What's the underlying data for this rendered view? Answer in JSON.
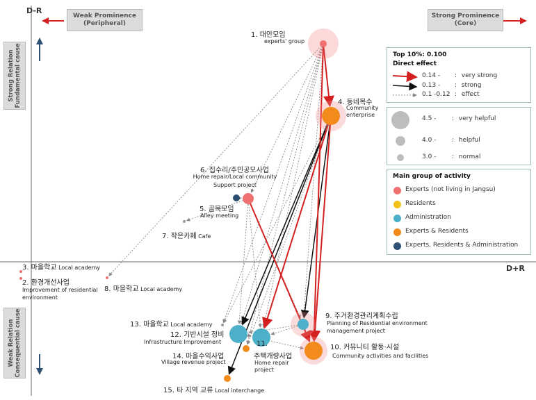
{
  "axes": {
    "y_label": "D-R",
    "x_label": "D+R"
  },
  "header": {
    "weak_line1": "Weak Prominence",
    "weak_line2": "(Peripheral)",
    "strong_line1": "Strong Prominence",
    "strong_line2": "(Core)"
  },
  "side": {
    "top_line1": "Strong Relation",
    "top_line2": "Fundamental cause",
    "bottom_line1": "Weak Relation",
    "bottom_line2": "Consequential cause"
  },
  "legend_effect": {
    "title1": "Top 10%: 0.100",
    "title2": "Direct effect",
    "rows": [
      {
        "range": "0.14 -",
        "sep": ":",
        "label": "very strong",
        "color": "#d42020"
      },
      {
        "range": "0.13 -",
        "sep": ":",
        "label": "strong",
        "color": "#111111"
      },
      {
        "range": "0.1 -0.12",
        "sep": ":",
        "label": "effect",
        "color": "#888888"
      }
    ]
  },
  "legend_size": {
    "rows": [
      {
        "range": "4.5 -",
        "sep": ":",
        "label": "very helpful"
      },
      {
        "range": "4.0 -",
        "sep": ":",
        "label": "helpful"
      },
      {
        "range": "3.0 -",
        "sep": ":",
        "label": "normal"
      }
    ]
  },
  "legend_group": {
    "title": "Main group of activity",
    "rows": [
      {
        "label": "Experts (not living in Jangsu)",
        "color": "#f07070"
      },
      {
        "label": "Residents",
        "color": "#f2c21a"
      },
      {
        "label": "Administration",
        "color": "#4bb0c8"
      },
      {
        "label": "Experts & Residents",
        "color": "#f38a1c"
      },
      {
        "label": "Experts, Residents & Administration",
        "color": "#2d4f74"
      }
    ]
  },
  "nodes": [
    {
      "id": 1,
      "main": "1.  대안모임",
      "sub": "experts' group",
      "color": "#f07070",
      "size_level": "normal",
      "halo": true
    },
    {
      "id": 2,
      "main": "2. 환경개선사업",
      "sub": "Improvement of residential environment",
      "color": "#f07070",
      "size_level": "tiny",
      "halo": false
    },
    {
      "id": 3,
      "main": "3. 마을학교",
      "sub": "Local academy",
      "color": "#f07070",
      "size_level": "tiny",
      "halo": false
    },
    {
      "id": 4,
      "main": "4. 동네목수",
      "sub": "Community enterprise",
      "color": "#f38a1c",
      "size_level": "very helpful",
      "halo": true
    },
    {
      "id": 5,
      "main": "5. 골목모임",
      "sub": "Alley meeting",
      "color": "#2d4f74",
      "size_level": "normal",
      "halo": false
    },
    {
      "id": 6,
      "main": "6. 집수리/주민공모사업",
      "sub": "Home repair/Local community Support project",
      "color": "#f07070",
      "size_level": "helpful",
      "halo": false
    },
    {
      "id": 7,
      "main": "7. 작은카페",
      "sub": "Cafe",
      "color": "#999999",
      "size_level": "tiny",
      "halo": false
    },
    {
      "id": 8,
      "main": "8. 마을학교",
      "sub": "Local academy",
      "color": "#f07070",
      "size_level": "tiny",
      "halo": false
    },
    {
      "id": 9,
      "main": "9. 주거환경관리계획수립",
      "sub": "Planning of Residential environment management project",
      "color": "#4bb0c8",
      "size_level": "helpful",
      "halo": true
    },
    {
      "id": 10,
      "main": "10. 커뮤니티 활동·시설",
      "sub": "Community activities and facilities",
      "color": "#f38a1c",
      "size_level": "very helpful",
      "halo": true
    },
    {
      "id": 11,
      "main": "11.",
      "sub": "주택개량사업",
      "sub2": "Home repair project",
      "color": "#4bb0c8",
      "size_level": "very helpful",
      "halo": false
    },
    {
      "id": 12,
      "main": "12. 기반시설 정비",
      "sub": "Infrastructure Improvement",
      "color": "#4bb0c8",
      "size_level": "very helpful",
      "halo": false
    },
    {
      "id": 13,
      "main": "13. 마을학교",
      "sub": "Local academy",
      "color": "#999999",
      "size_level": "tiny",
      "halo": false
    },
    {
      "id": 14,
      "main": "14. 마을수익사업",
      "sub": "Village revenue project",
      "color": "#f38a1c",
      "size_level": "normal",
      "halo": false
    },
    {
      "id": 15,
      "main": "15. 타 지역 교류",
      "sub": "Local interchange",
      "color": "#f38a1c",
      "size_level": "normal",
      "halo": false
    }
  ],
  "edges": [
    {
      "from": 1,
      "to": 4,
      "strength": "very strong"
    },
    {
      "from": 1,
      "to": 10,
      "strength": "very strong"
    },
    {
      "from": 4,
      "to": 10,
      "strength": "very strong"
    },
    {
      "from": 4,
      "to": 11,
      "strength": "very strong"
    },
    {
      "from": 6,
      "to": 10,
      "strength": "very strong"
    },
    {
      "from": 4,
      "to": 12,
      "strength": "strong"
    },
    {
      "from": 4,
      "to": 9,
      "strength": "strong"
    },
    {
      "from": 4,
      "to": 15,
      "strength": "strong"
    },
    {
      "from": 1,
      "to": 8,
      "strength": "effect"
    },
    {
      "from": 1,
      "to": 6,
      "strength": "effect"
    },
    {
      "from": 1,
      "to": 12,
      "strength": "effect"
    },
    {
      "from": 1,
      "to": 9,
      "strength": "effect"
    },
    {
      "from": 1,
      "to": 11,
      "strength": "effect"
    },
    {
      "from": 1,
      "to": 13,
      "strength": "effect"
    },
    {
      "from": 1,
      "to": 14,
      "strength": "effect"
    },
    {
      "from": 4,
      "to": 13,
      "strength": "effect"
    },
    {
      "from": 4,
      "to": 14,
      "strength": "effect"
    },
    {
      "from": 6,
      "to": 7,
      "strength": "effect"
    },
    {
      "from": 6,
      "to": 9,
      "strength": "effect"
    },
    {
      "from": 6,
      "to": 11,
      "strength": "effect"
    },
    {
      "from": 6,
      "to": 12,
      "strength": "effect"
    },
    {
      "from": 5,
      "to": 6,
      "strength": "effect"
    },
    {
      "from": 9,
      "to": 10,
      "strength": "effect"
    },
    {
      "from": 9,
      "to": 11,
      "strength": "effect"
    },
    {
      "from": 9,
      "to": 12,
      "strength": "effect"
    },
    {
      "from": 12,
      "to": 11,
      "strength": "effect"
    },
    {
      "from": 12,
      "to": 10,
      "strength": "effect"
    }
  ]
}
